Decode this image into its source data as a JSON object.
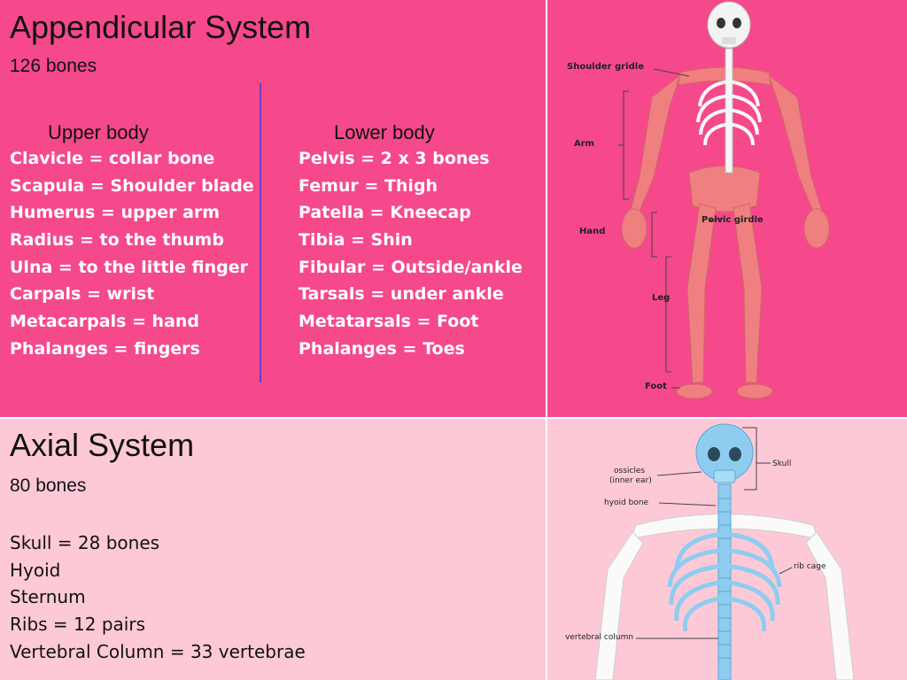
{
  "appendicular": {
    "title": "Appendicular System",
    "count": "126 bones",
    "upper_heading": "Upper body",
    "lower_heading": "Lower body",
    "upper_items": [
      "Clavicle = collar bone",
      "Scapula = Shoulder blade",
      "Humerus = upper arm",
      "Radius = to the thumb",
      "Ulna = to the little finger",
      "Carpals = wrist",
      "Metacarpals = hand",
      "Phalanges = fingers"
    ],
    "lower_items": [
      "Pelvis = 2 x 3 bones",
      "Femur = Thigh",
      "Patella = Kneecap",
      "Tibia = Shin",
      "Fibular = Outside/ankle",
      "Tarsals = under ankle",
      "Metatarsals = Foot",
      "Phalanges = Toes"
    ]
  },
  "axial": {
    "title": "Axial System",
    "count": "80 bones",
    "items": [
      "Skull = 28 bones",
      "Hyoid",
      "Sternum",
      "Ribs = 12 pairs",
      "Vertebral Column = 33 vertebrae"
    ]
  },
  "appendicular_figure": {
    "labels": {
      "shoulder": "Shoulder gridle",
      "arm": "Arm",
      "hand": "Hand",
      "pelvic": "Pelvic girdle",
      "leg": "Leg",
      "foot": "Foot"
    }
  },
  "axial_figure": {
    "labels": {
      "ossicles": "ossicles",
      "inner_ear": "(inner ear)",
      "skull": "Skull",
      "hyoid": "hyoid bone",
      "rib_cage": "rib cage",
      "vertebral": "vertebral column"
    }
  },
  "colors": {
    "appendicular_bg": "#f5498c",
    "axial_bg": "#fec9d7",
    "bone_highlight_appendicular": "#f08080",
    "bone_highlight_axial": "#8ecdf0"
  }
}
